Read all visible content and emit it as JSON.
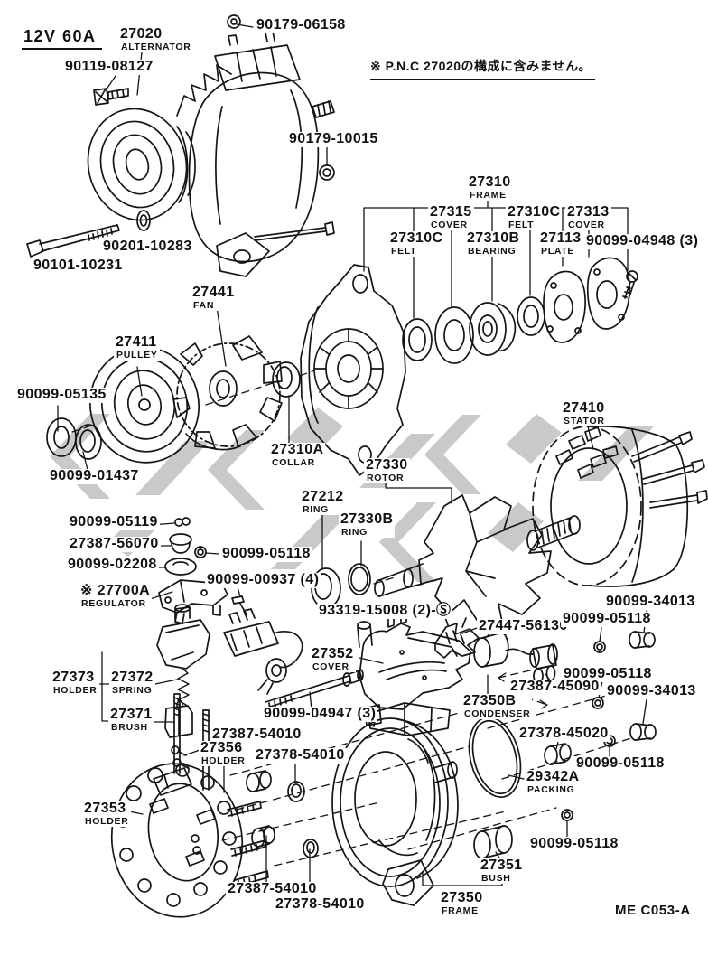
{
  "page": {
    "background": "#ffffff",
    "line_color": "#151515",
    "watermark_color": "#c9c9c9"
  },
  "header": {
    "spec": "12V 60A",
    "note": "※ P.N.C 27020の構成に含みません。"
  },
  "footer": {
    "diagram_code": "ME C053-A"
  },
  "labels": [
    {
      "num": "27020",
      "cap": "ALTERNATOR"
    },
    {
      "num": "90179-06158"
    },
    {
      "num": "90119-08127"
    },
    {
      "num": "90179-10015"
    },
    {
      "num": "27310",
      "cap": "FRAME"
    },
    {
      "num": "27315",
      "cap": "COVER"
    },
    {
      "num": "27310C",
      "cap": "FELT"
    },
    {
      "num": "27313",
      "cap": "COVER"
    },
    {
      "num": "27310C",
      "cap": "FELT"
    },
    {
      "num": "27310B",
      "cap": "BEARING"
    },
    {
      "num": "27113",
      "cap": "PLATE"
    },
    {
      "num": "90099-04948 (3)"
    },
    {
      "num": "90201-10283"
    },
    {
      "num": "90101-10231"
    },
    {
      "num": "27441",
      "cap": "FAN"
    },
    {
      "num": "27411",
      "cap": "PULLEY"
    },
    {
      "num": "90099-05135"
    },
    {
      "num": "90099-01437"
    },
    {
      "num": "27310A",
      "cap": "COLLAR"
    },
    {
      "num": "27330",
      "cap": "ROTOR"
    },
    {
      "num": "27410",
      "cap": "STATOR"
    },
    {
      "num": "27212",
      "cap": "RING"
    },
    {
      "num": "27330B",
      "cap": "RING"
    },
    {
      "num": "90099-05119"
    },
    {
      "num": "27387-56070"
    },
    {
      "num": "90099-05118"
    },
    {
      "num": "90099-02208"
    },
    {
      "num": "90099-00937 (4)"
    },
    {
      "num": "※ 27700A",
      "cap": "REGULATOR"
    },
    {
      "num": "93319-15008 (2)-Ⓢ"
    },
    {
      "num": "27447-56130"
    },
    {
      "num": "90099-34013"
    },
    {
      "num": "90099-05118"
    },
    {
      "num": "27352",
      "cap": "COVER"
    },
    {
      "num": "90099-05118"
    },
    {
      "num": "27387-45090"
    },
    {
      "num": "90099-34013"
    },
    {
      "num": "27350B",
      "cap": "CONDENSER"
    },
    {
      "num": "27373",
      "cap": "HOLDER"
    },
    {
      "num": "27372",
      "cap": "SPRING"
    },
    {
      "num": "27371",
      "cap": "BRUSH"
    },
    {
      "num": "90099-04947 (3)"
    },
    {
      "num": "27387-54010"
    },
    {
      "num": "27356",
      "cap": "HOLDER"
    },
    {
      "num": "27378-54010"
    },
    {
      "num": "27353",
      "cap": "HOLDER"
    },
    {
      "num": "27387-54010"
    },
    {
      "num": "27378-54010"
    },
    {
      "num": "27350",
      "cap": "FRAME"
    },
    {
      "num": "27351",
      "cap": "BUSH"
    },
    {
      "num": "29342A",
      "cap": "PACKING"
    },
    {
      "num": "27378-45020"
    },
    {
      "num": "90099-05118"
    },
    {
      "num": "90099-05118"
    }
  ]
}
